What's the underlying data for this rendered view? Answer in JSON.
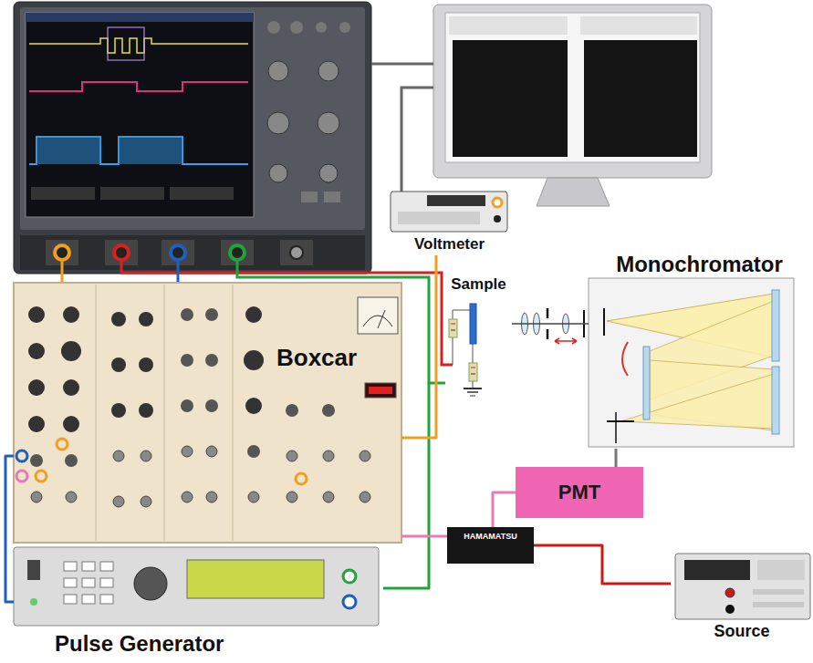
{
  "diagram": {
    "nodes": [
      {
        "text": [
          "Voltmeter"
        ]
      },
      {
        "text": [
          "Monochromator"
        ]
      },
      {
        "text": [
          "Sample"
        ]
      },
      {
        "text": [
          "Boxcar"
        ]
      },
      {
        "text": [
          "PMT"
        ]
      },
      {
        "text": [
          "HAMAMATSU"
        ]
      },
      {
        "text": [
          "Pulse Generator"
        ]
      },
      {
        "text": [
          "Source"
        ]
      }
    ],
    "edges": [
      {
        "from": 6,
        "to": 2,
        "arrow": "none"
      },
      {
        "from": 6,
        "to": 3,
        "arrow": "none"
      },
      {
        "from": 3,
        "to": 0,
        "arrow": "none"
      },
      {
        "from": 4,
        "to": 5,
        "arrow": "none"
      },
      {
        "from": 5,
        "to": 3,
        "arrow": "none"
      },
      {
        "from": 7,
        "to": 5,
        "arrow": "none"
      },
      {
        "from": 1,
        "to": 4,
        "arrow": "none"
      },
      {
        "from": 2,
        "to": 1,
        "arrow": "none"
      }
    ]
  }
}
